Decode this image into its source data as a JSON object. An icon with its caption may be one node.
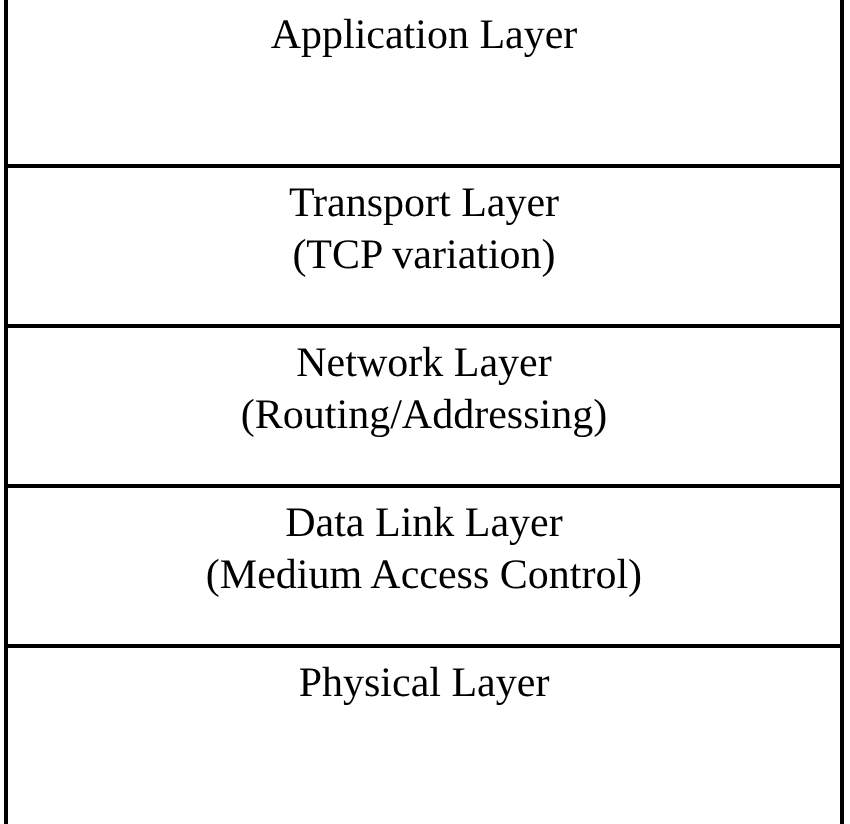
{
  "diagram": {
    "nodes": [
      {
        "text": [
          "Application Layer"
        ]
      },
      {
        "text": [
          "Transport Layer",
          "(TCP variation)"
        ]
      },
      {
        "text": [
          "Network Layer",
          "(Routing/Addressing)"
        ]
      },
      {
        "text": [
          "Data Link Layer",
          "(Medium Access Control)"
        ]
      },
      {
        "text": [
          "Physical Layer"
        ]
      }
    ]
  }
}
